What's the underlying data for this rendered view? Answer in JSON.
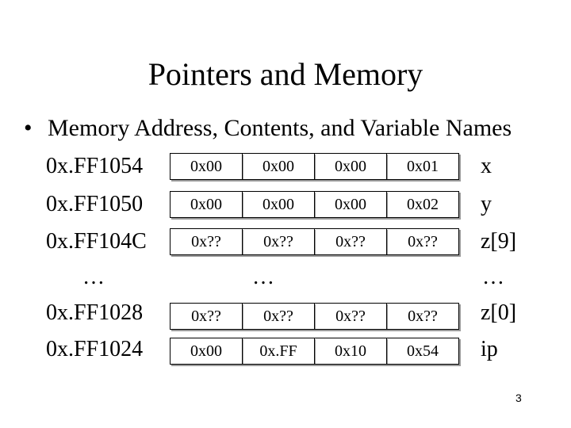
{
  "title": "Pointers and Memory",
  "bullet": "Memory Address, Contents, and Variable Names",
  "rows": [
    {
      "address": "0x.FF1054",
      "cells": [
        "0x00",
        "0x00",
        "0x00",
        "0x01"
      ],
      "variable": "x"
    },
    {
      "address": "0x.FF1050",
      "cells": [
        "0x00",
        "0x00",
        "0x00",
        "0x02"
      ],
      "variable": "y"
    },
    {
      "address": "0x.FF104C",
      "cells": [
        "0x??",
        "0x??",
        "0x??",
        "0x??"
      ],
      "variable": "z[9]"
    },
    {
      "address": "0x.FF1028",
      "cells": [
        "0x??",
        "0x??",
        "0x??",
        "0x??"
      ],
      "variable": "z[0]"
    },
    {
      "address": "0x.FF1024",
      "cells": [
        "0x00",
        "0x.FF",
        "0x10",
        "0x54"
      ],
      "variable": "ip"
    }
  ],
  "ellipsis": "…",
  "page_number": "3"
}
